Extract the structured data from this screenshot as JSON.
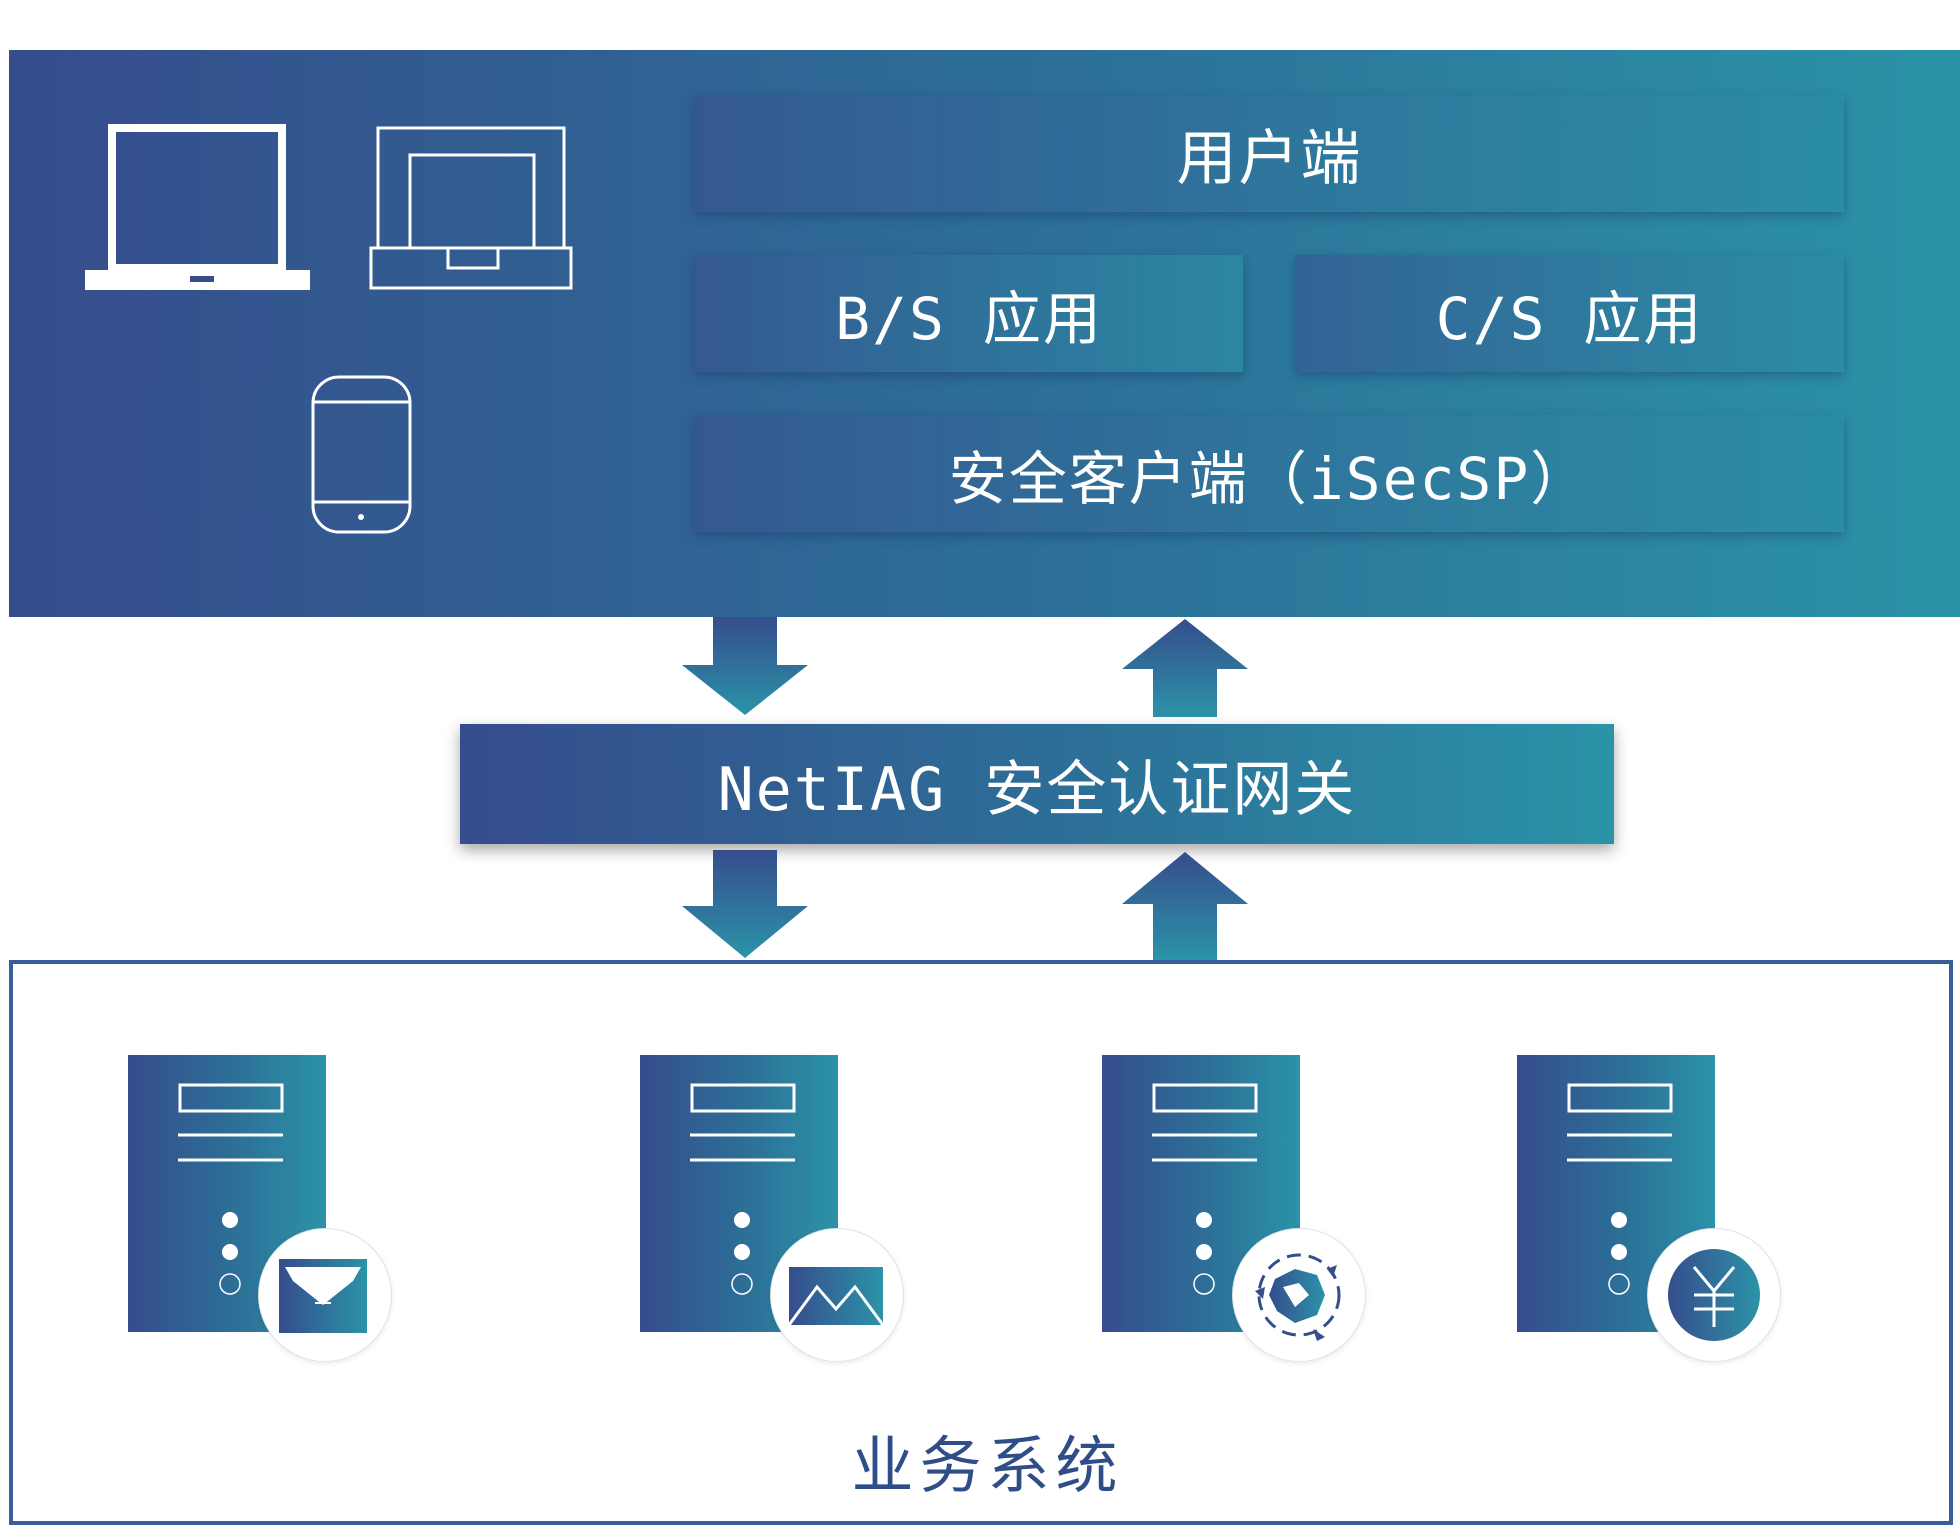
{
  "top_panel": {
    "user_side": "用户端",
    "bs_app": "B/S 应用",
    "cs_app": "C/S 应用",
    "secure_client": "安全客户端（iSecSP）"
  },
  "gateway": {
    "label": "NetIAG 安全认证网关"
  },
  "bottom_panel": {
    "label": "业务系统"
  },
  "devices": [
    "laptop-icon",
    "desktop-terminal-icon",
    "smartphone-icon"
  ],
  "servers": [
    {
      "icon": "envelope-open-icon"
    },
    {
      "icon": "mail-icon"
    },
    {
      "icon": "map-icon"
    },
    {
      "icon": "yen-icon"
    }
  ],
  "colors": {
    "gradient_start": "#364d8c",
    "gradient_end": "#2b93a8",
    "panel_border": "#3a5f98"
  }
}
